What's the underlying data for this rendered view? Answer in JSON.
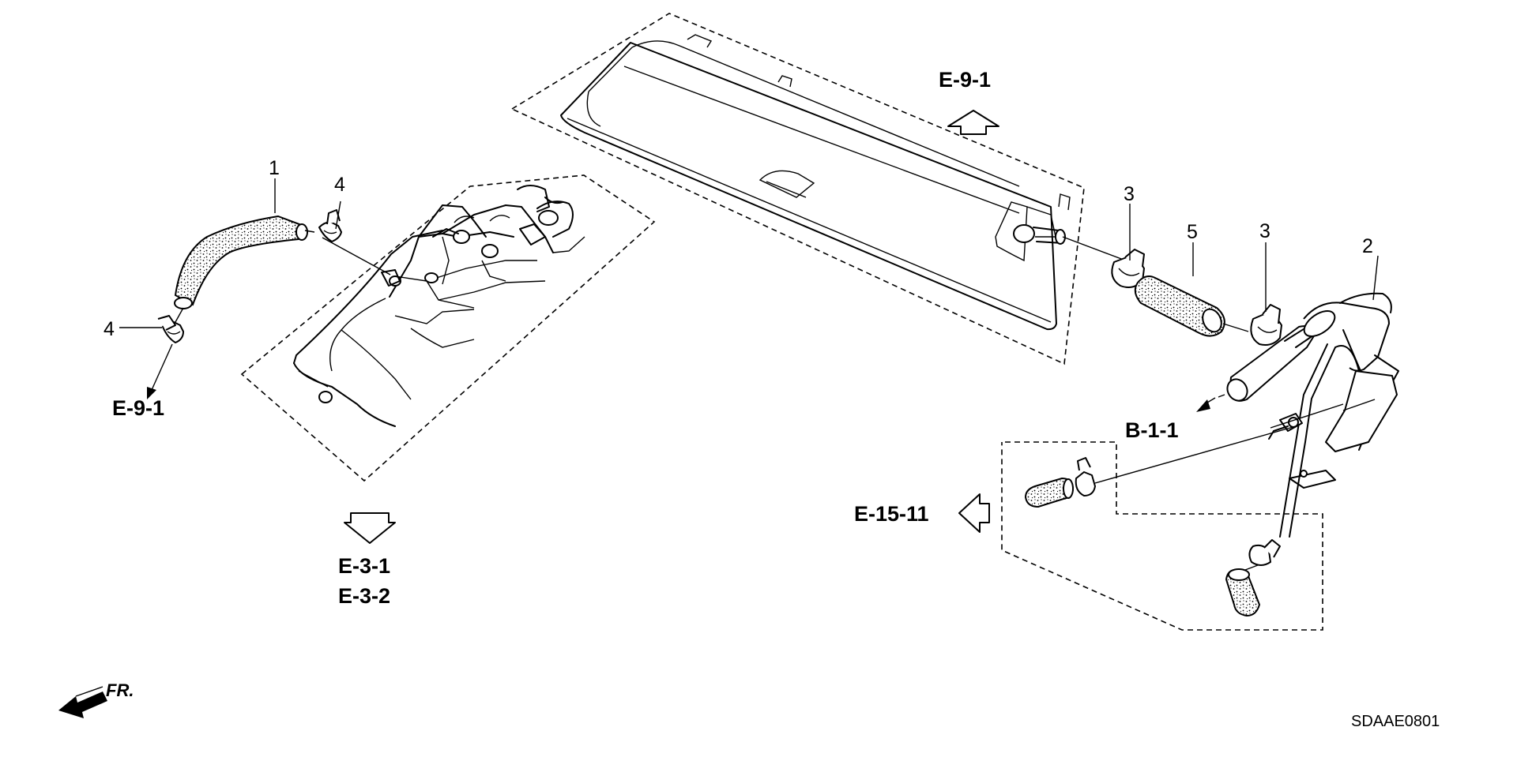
{
  "diagram": {
    "callouts": {
      "part_1": "1",
      "part_2": "2",
      "part_3a": "3",
      "part_3b": "3",
      "part_4a": "4",
      "part_4b": "4",
      "part_5": "5"
    },
    "references": {
      "top": "E-9-1",
      "left": "E-9-1",
      "bottom_1": "E-3-1",
      "bottom_2": "E-3-2",
      "right_b": "B-1-1",
      "right_e": "E-15-11"
    },
    "front_label": "FR.",
    "diagram_code": "SDAAE0801"
  }
}
